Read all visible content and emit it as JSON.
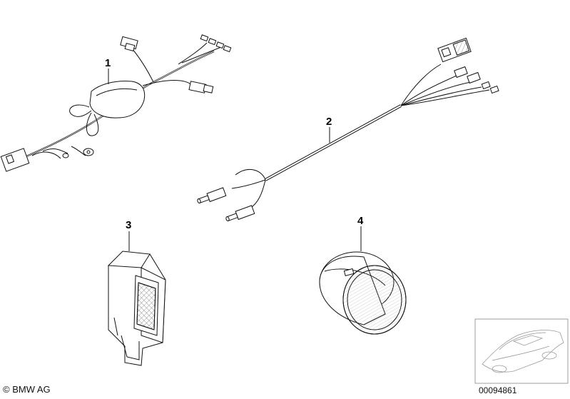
{
  "parts": [
    {
      "number": "1"
    },
    {
      "number": "2"
    },
    {
      "number": "3"
    },
    {
      "number": "4"
    }
  ],
  "footer": {
    "copyright": "© BMW AG",
    "reference": "00094861"
  }
}
